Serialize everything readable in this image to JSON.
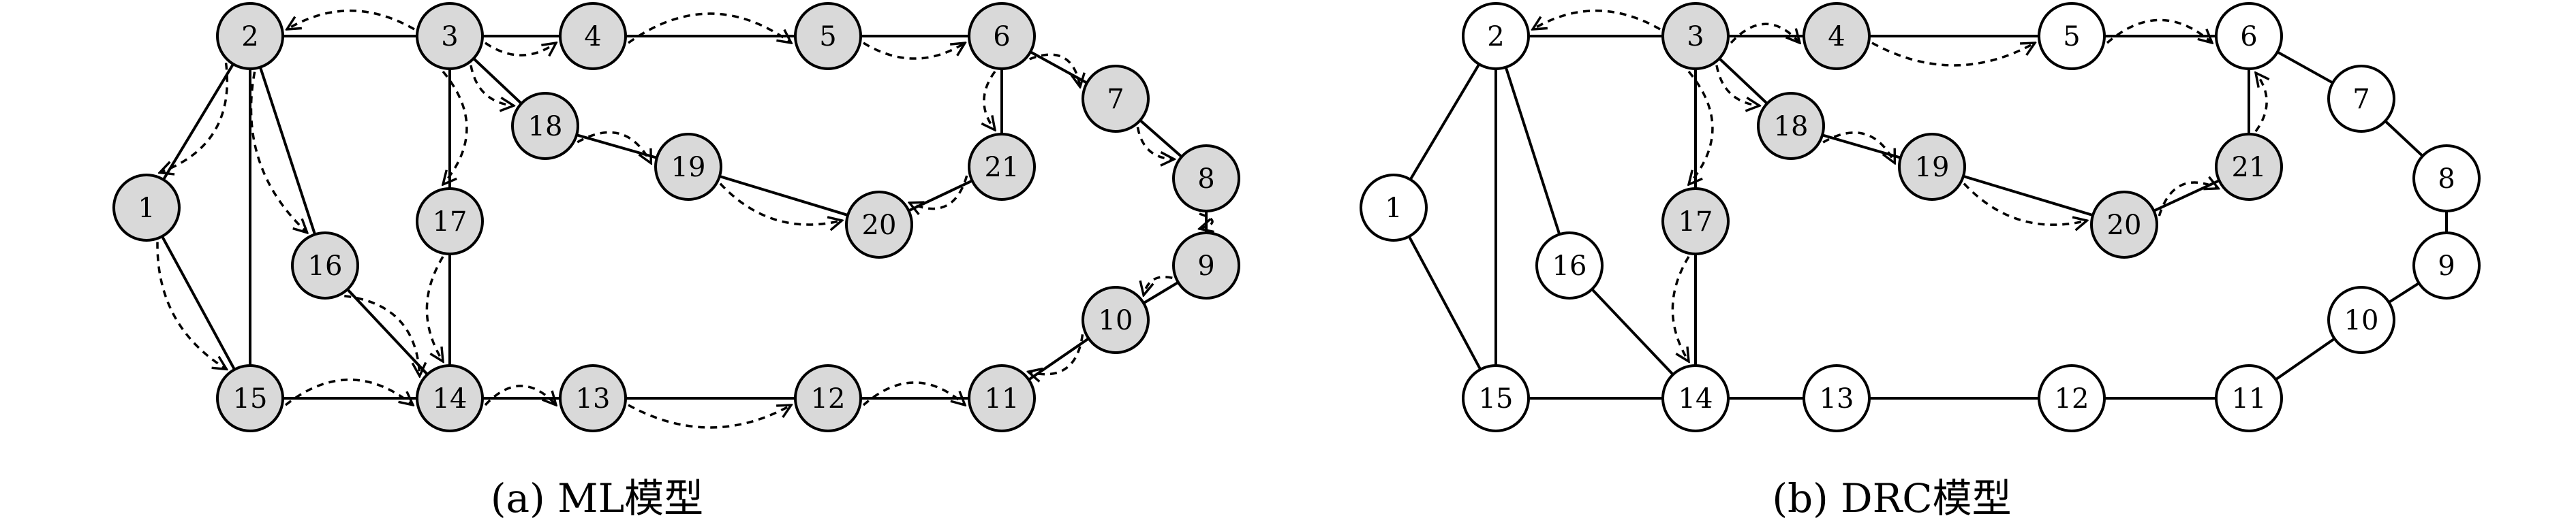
{
  "panels": [
    {
      "id": "a",
      "caption": "(a) ML模型",
      "nodes": [
        {
          "id": "1",
          "label": "1",
          "shaded": true
        },
        {
          "id": "2",
          "label": "2",
          "shaded": true
        },
        {
          "id": "3",
          "label": "3",
          "shaded": true
        },
        {
          "id": "4",
          "label": "4",
          "shaded": true
        },
        {
          "id": "5",
          "label": "5",
          "shaded": true
        },
        {
          "id": "6",
          "label": "6",
          "shaded": true
        },
        {
          "id": "7",
          "label": "7",
          "shaded": true
        },
        {
          "id": "8",
          "label": "8",
          "shaded": true
        },
        {
          "id": "9",
          "label": "9",
          "shaded": true
        },
        {
          "id": "10",
          "label": "10",
          "shaded": true
        },
        {
          "id": "11",
          "label": "11",
          "shaded": true
        },
        {
          "id": "12",
          "label": "12",
          "shaded": true
        },
        {
          "id": "13",
          "label": "13",
          "shaded": true
        },
        {
          "id": "14",
          "label": "14",
          "shaded": true
        },
        {
          "id": "15",
          "label": "15",
          "shaded": true
        },
        {
          "id": "16",
          "label": "16",
          "shaded": true
        },
        {
          "id": "17",
          "label": "17",
          "shaded": true
        },
        {
          "id": "18",
          "label": "18",
          "shaded": true
        },
        {
          "id": "19",
          "label": "19",
          "shaded": true
        },
        {
          "id": "20",
          "label": "20",
          "shaded": true
        },
        {
          "id": "21",
          "label": "21",
          "shaded": true
        }
      ],
      "dashed_arrows": [
        [
          "3",
          "2"
        ],
        [
          "2",
          "1"
        ],
        [
          "1",
          "15"
        ],
        [
          "15",
          "14"
        ],
        [
          "2",
          "16"
        ],
        [
          "16",
          "14"
        ],
        [
          "3",
          "4"
        ],
        [
          "4",
          "5"
        ],
        [
          "5",
          "6"
        ],
        [
          "6",
          "7"
        ],
        [
          "7",
          "8"
        ],
        [
          "8",
          "9"
        ],
        [
          "9",
          "10"
        ],
        [
          "10",
          "11"
        ],
        [
          "6",
          "21"
        ],
        [
          "21",
          "20"
        ],
        [
          "3",
          "18"
        ],
        [
          "18",
          "19"
        ],
        [
          "19",
          "20"
        ],
        [
          "3",
          "17"
        ],
        [
          "17",
          "14"
        ],
        [
          "14",
          "13"
        ],
        [
          "13",
          "12"
        ],
        [
          "12",
          "11"
        ]
      ]
    },
    {
      "id": "b",
      "caption": "(b) DRC模型",
      "nodes": [
        {
          "id": "1",
          "label": "1",
          "shaded": false
        },
        {
          "id": "2",
          "label": "2",
          "shaded": false
        },
        {
          "id": "3",
          "label": "3",
          "shaded": true
        },
        {
          "id": "4",
          "label": "4",
          "shaded": true
        },
        {
          "id": "5",
          "label": "5",
          "shaded": false
        },
        {
          "id": "6",
          "label": "6",
          "shaded": false
        },
        {
          "id": "7",
          "label": "7",
          "shaded": false
        },
        {
          "id": "8",
          "label": "8",
          "shaded": false
        },
        {
          "id": "9",
          "label": "9",
          "shaded": false
        },
        {
          "id": "10",
          "label": "10",
          "shaded": false
        },
        {
          "id": "11",
          "label": "11",
          "shaded": false
        },
        {
          "id": "12",
          "label": "12",
          "shaded": false
        },
        {
          "id": "13",
          "label": "13",
          "shaded": false
        },
        {
          "id": "14",
          "label": "14",
          "shaded": false
        },
        {
          "id": "15",
          "label": "15",
          "shaded": false
        },
        {
          "id": "16",
          "label": "16",
          "shaded": false
        },
        {
          "id": "17",
          "label": "17",
          "shaded": true
        },
        {
          "id": "18",
          "label": "18",
          "shaded": true
        },
        {
          "id": "19",
          "label": "19",
          "shaded": true
        },
        {
          "id": "20",
          "label": "20",
          "shaded": true
        },
        {
          "id": "21",
          "label": "21",
          "shaded": true
        }
      ],
      "dashed_arrows": [
        [
          "3",
          "2"
        ],
        [
          "3",
          "4"
        ],
        [
          "4",
          "5"
        ],
        [
          "5",
          "6"
        ],
        [
          "3",
          "18"
        ],
        [
          "18",
          "19"
        ],
        [
          "19",
          "20"
        ],
        [
          "20",
          "21"
        ],
        [
          "21",
          "6"
        ],
        [
          "3",
          "17"
        ],
        [
          "17",
          "14"
        ]
      ]
    }
  ],
  "edges": [
    [
      "2",
      "3"
    ],
    [
      "3",
      "4"
    ],
    [
      "4",
      "5"
    ],
    [
      "5",
      "6"
    ],
    [
      "6",
      "7"
    ],
    [
      "7",
      "8"
    ],
    [
      "8",
      "9"
    ],
    [
      "9",
      "10"
    ],
    [
      "10",
      "11"
    ],
    [
      "11",
      "12"
    ],
    [
      "12",
      "13"
    ],
    [
      "13",
      "14"
    ],
    [
      "14",
      "15"
    ],
    [
      "1",
      "2"
    ],
    [
      "1",
      "15"
    ],
    [
      "2",
      "15"
    ],
    [
      "2",
      "16"
    ],
    [
      "16",
      "14"
    ],
    [
      "3",
      "17"
    ],
    [
      "17",
      "14"
    ],
    [
      "3",
      "18"
    ],
    [
      "18",
      "19"
    ],
    [
      "19",
      "20"
    ],
    [
      "20",
      "21"
    ],
    [
      "21",
      "6"
    ]
  ],
  "colors": {
    "shaded": "#d9d9d9",
    "unshaded": "#ffffff",
    "stroke": "#000000"
  }
}
